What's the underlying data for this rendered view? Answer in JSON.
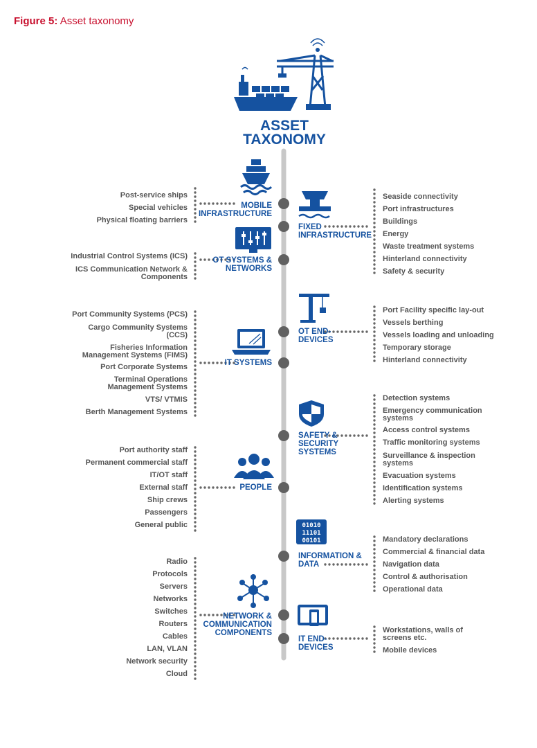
{
  "caption": {
    "label": "Figure 5:",
    "text": "Asset taxonomy"
  },
  "title": {
    "line1": "ASSET",
    "line2": "TAXONOMY"
  },
  "icons": {
    "hero": "ship-and-crane-icon",
    "mobile": "ship-icon",
    "fixed": "port-bollard-icon",
    "ot_systems": "monitor-sliders-icon",
    "ot_end": "crane-icon",
    "it_systems": "laptop-icon",
    "safety": "shield-icon",
    "people": "people-group-icon",
    "info": "binary-data-icon",
    "network": "network-nodes-icon",
    "it_end": "devices-icon"
  },
  "colors": {
    "category": "#1552a0",
    "item_text": "#555555",
    "caption": "#c8102e",
    "timeline": "#c8c8c8",
    "node": "#616161",
    "dots": "#666666"
  },
  "categories": {
    "mobile": {
      "l1": "MOBILE",
      "l2": "INFRASTRUCTURE",
      "items": [
        "Post-service ships",
        "Special vehicles",
        "Physical floating barriers"
      ]
    },
    "fixed": {
      "l1": "FIXED",
      "l2": "INFRASTRUCTURE",
      "items": [
        "Seaside connectivity",
        "Port infrastructures",
        "Buildings",
        "Energy",
        "Waste treatment systems",
        "Hinterland connectivity",
        "Safety & security"
      ]
    },
    "ot_systems": {
      "l1": "OT SYSTEMS &",
      "l2": "NETWORKS",
      "items": [
        {
          "a": "Industrial Control Systems (ICS)"
        },
        {
          "a": "ICS Communication Network &",
          "b": "Components"
        }
      ]
    },
    "ot_end": {
      "l1": "OT END-",
      "l2": "DEVICES",
      "items": [
        "Port Facility specific lay-out",
        "Vessels berthing",
        "Vessels loading and unloading",
        "Temporary storage",
        "Hinterland connectivity"
      ]
    },
    "it_systems": {
      "l1": "IT SYSTEMS",
      "items": [
        {
          "a": "Port Community Systems (PCS)"
        },
        {
          "a": "Cargo Community Systems",
          "b": "(CCS)"
        },
        {
          "a": "Fisheries Information",
          "b": "Management Systems (FIMS)"
        },
        {
          "a": "Port Corporate Systems"
        },
        {
          "a": "Terminal Operations",
          "b": "Management Systems"
        },
        {
          "a": "VTS/ VTMIS"
        },
        {
          "a": "Berth Management Systems"
        }
      ]
    },
    "safety": {
      "l1": "SAFETY &",
      "l2": "SECURITY",
      "l3": "SYSTEMS",
      "items": [
        {
          "a": "Detection systems"
        },
        {
          "a": "Emergency communication",
          "b": "systems"
        },
        {
          "a": "Access control systems"
        },
        {
          "a": "Traffic monitoring systems"
        },
        {
          "a": "Surveillance & inspection",
          "b": "systems"
        },
        {
          "a": "Evacuation systems"
        },
        {
          "a": "Identification systems"
        },
        {
          "a": "Alerting systems"
        }
      ]
    },
    "people": {
      "l1": "PEOPLE",
      "items": [
        "Port authority staff",
        "Permanent commercial staff",
        "IT/OT staff",
        "External staff",
        "Ship crews",
        "Passengers",
        "General public"
      ]
    },
    "info": {
      "l1": "INFORMATION &",
      "l2": "DATA",
      "binary": [
        "01010",
        "11101",
        "00101"
      ],
      "items": [
        "Mandatory declarations",
        "Commercial & financial data",
        "Navigation data",
        "Control & authorisation",
        "Operational data"
      ]
    },
    "network": {
      "l1": "NETWORK &",
      "l2": "COMMUNICATION",
      "l3": "COMPONENTS",
      "items": [
        "Radio",
        "Protocols",
        "Servers",
        "Networks",
        "Switches",
        "Routers",
        "Cables",
        "LAN, VLAN",
        "Network security",
        "Cloud"
      ]
    },
    "it_end": {
      "l1": "IT END-",
      "l2": "DEVICES",
      "items": [
        {
          "a": "Workstations, walls of",
          "b": "screens etc."
        },
        {
          "a": "Mobile devices"
        }
      ]
    }
  }
}
